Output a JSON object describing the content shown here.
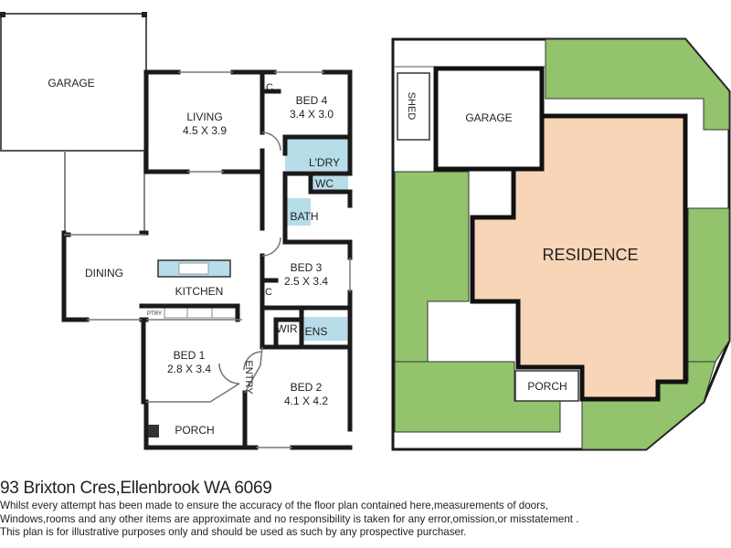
{
  "floor_plan": {
    "rooms": {
      "garage": "GARAGE",
      "living": "LIVING",
      "living_dim": "4.5 X 3.9",
      "bed4": "BED 4",
      "bed4_dim": "3.4 X 3.0",
      "laundry": "L'DRY",
      "wc": "WC",
      "bath": "BATH",
      "dining": "DINING",
      "kitchen": "KITCHEN",
      "pantry": "PTRY",
      "bed3": "BED 3",
      "bed3_dim": "2.5 X 3.4",
      "cupboard": "C",
      "wir": "WIR",
      "ensuite": "ENS",
      "bed1": "BED 1",
      "bed1_dim": "2.8 X 3.4",
      "entry": "ENTRY",
      "bed2": "BED 2",
      "bed2_dim": "4.1 X 4.2",
      "porch": "PORCH"
    }
  },
  "site_plan": {
    "shed": "SHED",
    "garage": "GARAGE",
    "residence": "RESIDENCE",
    "porch": "PORCH",
    "colors": {
      "lawn": "#93c36c",
      "residence": "#f7d5b6",
      "wet_area": "#b7dde9"
    }
  },
  "footer": {
    "address": "93 Brixton Cres,Ellenbrook WA 6069",
    "disclaimer": [
      "Whilst every attempt has been made to ensure the accuracy of the floor plan contained here,measurements of doors,",
      "Windows,rooms and any other items are approximate and no responsibility is taken for any error,omission,or misstatement .",
      "This plan is for illustrative purposes only and should be used as such by any prospective purchaser."
    ]
  }
}
